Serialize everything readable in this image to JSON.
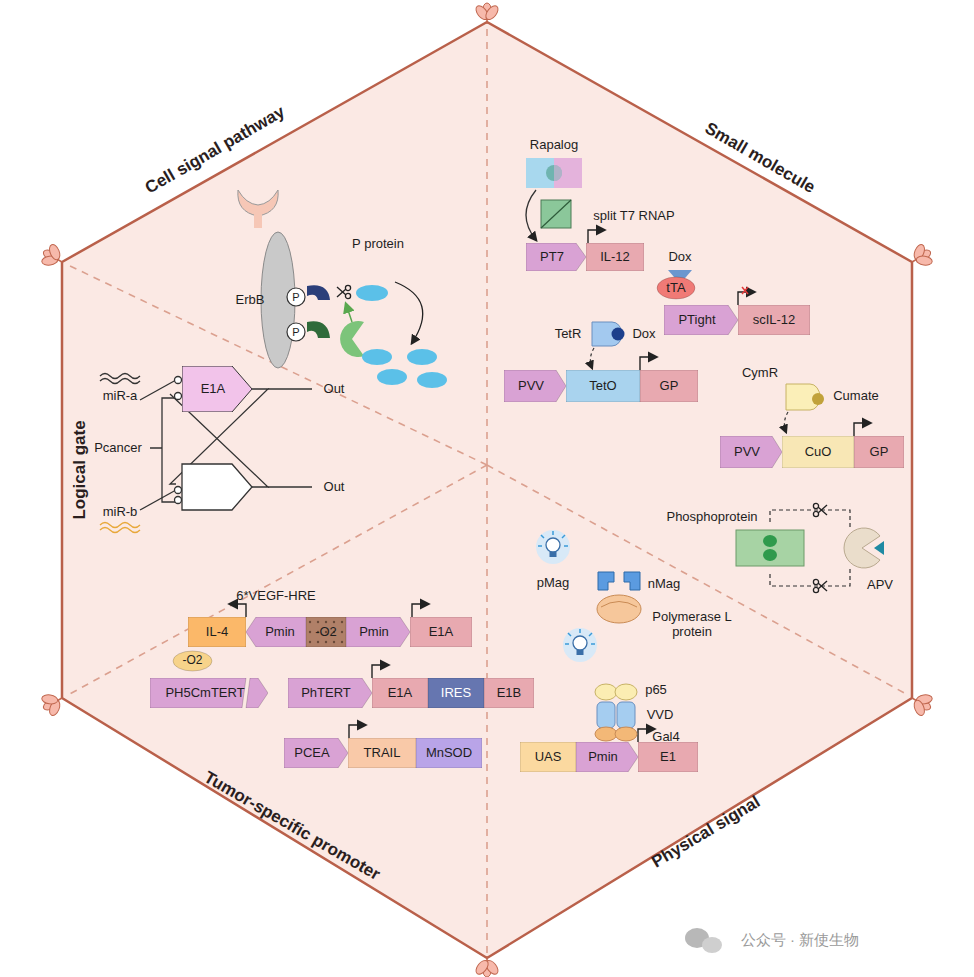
{
  "diagram": {
    "nodes": [
      {
        "text": [
          "PT7"
        ]
      },
      {
        "text": [
          "IL-12"
        ]
      },
      {
        "text": [
          "tTA"
        ]
      },
      {
        "text": [
          "PTight"
        ]
      },
      {
        "text": [
          "scIL-12"
        ]
      },
      {
        "text": [
          "PVV"
        ]
      },
      {
        "text": [
          "TetO"
        ]
      },
      {
        "text": [
          "GP"
        ]
      },
      {
        "text": [
          "PVV"
        ]
      },
      {
        "text": [
          "CuO"
        ]
      },
      {
        "text": [
          "GP"
        ]
      },
      {
        "text": [
          "UAS"
        ]
      },
      {
        "text": [
          "Pmin"
        ]
      },
      {
        "text": [
          "E1"
        ]
      },
      {
        "text": [
          "IL-4"
        ]
      },
      {
        "text": [
          "Pmin"
        ]
      },
      {
        "text": [
          "-O2"
        ]
      },
      {
        "text": [
          "Pmin"
        ]
      },
      {
        "text": [
          "E1A"
        ]
      },
      {
        "text": [
          "PH5CmTERT"
        ]
      },
      {
        "text": [
          "PhTERT"
        ]
      },
      {
        "text": [
          "E1A"
        ]
      },
      {
        "text": [
          "IRES"
        ]
      },
      {
        "text": [
          "E1B"
        ]
      },
      {
        "text": [
          "PCEA"
        ]
      },
      {
        "text": [
          "TRAIL"
        ]
      },
      {
        "text": [
          "MnSOD"
        ]
      },
      {
        "text": [
          "E1A"
        ]
      },
      {
        "text": [
          "-O2"
        ]
      }
    ],
    "labels": [
      "Cell signal pathway",
      "Small molecule",
      "Logical gate",
      "Tumor-specific promoter",
      "Physical signal",
      "P protein",
      "ErbB",
      "P",
      "P",
      "Rapalog",
      "split T7 RNAP",
      "Dox",
      "TetR",
      "Dox",
      "CymR",
      "Cumate",
      "Phosphoprotein",
      "APV",
      "pMag",
      "nMag",
      "Polymerase L protein",
      "p65",
      "VVD",
      "Gal4",
      "miR-a",
      "Pcancer",
      "Out",
      "Out",
      "miR-b",
      "6*VEGF-HRE",
      "公众号 · 新使生物"
    ]
  }
}
